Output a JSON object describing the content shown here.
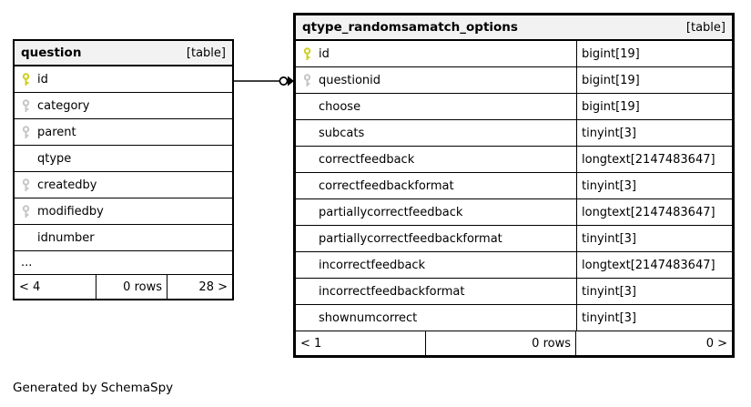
{
  "page": {
    "footer_note": "Generated by SchemaSpy"
  },
  "colors": {
    "bg": "#ffffff",
    "border": "#000000",
    "header_bg": "#f2f2f2",
    "key_primary": "#cfcf1d",
    "key_foreign": "#c6c6c6"
  },
  "tables": [
    {
      "name": "question",
      "badge": "[table]",
      "columns": [
        {
          "icon": "primary-key",
          "name": "id"
        },
        {
          "icon": "key",
          "name": "category"
        },
        {
          "icon": "key",
          "name": "parent"
        },
        {
          "icon": null,
          "name": "qtype"
        },
        {
          "icon": "key",
          "name": "createdby"
        },
        {
          "icon": "key",
          "name": "modifiedby"
        },
        {
          "icon": null,
          "name": "idnumber"
        },
        {
          "icon": null,
          "name": "..."
        }
      ],
      "paginator": {
        "prev": "< 4",
        "rows": "0 rows",
        "next": "28 >"
      }
    },
    {
      "name": "qtype_randomsamatch_options",
      "badge": "[table]",
      "columns": [
        {
          "icon": "primary-key",
          "name": "id",
          "type": "bigint[19]"
        },
        {
          "icon": "key",
          "name": "questionid",
          "type": "bigint[19]"
        },
        {
          "icon": null,
          "name": "choose",
          "type": "bigint[19]"
        },
        {
          "icon": null,
          "name": "subcats",
          "type": "tinyint[3]"
        },
        {
          "icon": null,
          "name": "correctfeedback",
          "type": "longtext[2147483647]"
        },
        {
          "icon": null,
          "name": "correctfeedbackformat",
          "type": "tinyint[3]"
        },
        {
          "icon": null,
          "name": "partiallycorrectfeedback",
          "type": "longtext[2147483647]"
        },
        {
          "icon": null,
          "name": "partiallycorrectfeedbackformat",
          "type": "tinyint[3]"
        },
        {
          "icon": null,
          "name": "incorrectfeedback",
          "type": "longtext[2147483647]"
        },
        {
          "icon": null,
          "name": "incorrectfeedbackformat",
          "type": "tinyint[3]"
        },
        {
          "icon": null,
          "name": "shownumcorrect",
          "type": "tinyint[3]"
        }
      ],
      "paginator": {
        "prev": "< 1",
        "rows": "0 rows",
        "next": "0 >"
      }
    }
  ],
  "relationship": {
    "from": "question.id",
    "to": "qtype_randomsamatch_options.questionid"
  }
}
